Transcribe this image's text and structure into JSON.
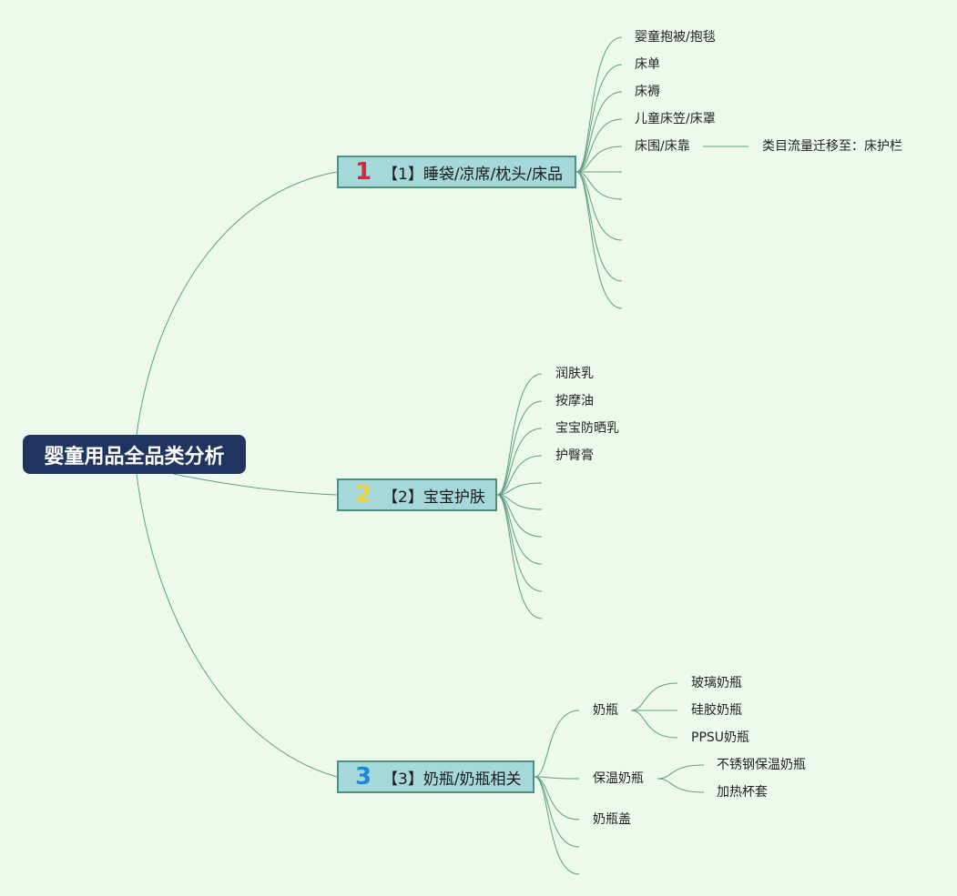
{
  "root": {
    "label": "婴童用品全品类分析"
  },
  "branches": [
    {
      "number": "1",
      "number_color": "#d7263d",
      "label": "【1】睡袋/凉席/枕头/床品",
      "children": [
        "婴童抱被/抱毯",
        "床单",
        "床褥",
        "儿童床笠/床罩",
        "床围/床靠"
      ],
      "note": "类目流量迁移至：床护栏"
    },
    {
      "number": "2",
      "number_color": "#f2d13a",
      "label": "【2】宝宝护肤",
      "children": [
        "润肤乳",
        "按摩油",
        "宝宝防晒乳",
        "护臀膏"
      ]
    },
    {
      "number": "3",
      "number_color": "#1e88d8",
      "label": "【3】奶瓶/奶瓶相关",
      "children": [
        {
          "label": "奶瓶",
          "sub": [
            "玻璃奶瓶",
            "硅胶奶瓶",
            "PPSU奶瓶"
          ]
        },
        {
          "label": "保温奶瓶",
          "sub": [
            "不锈钢保温奶瓶",
            "加热杯套"
          ]
        },
        {
          "label": "奶瓶盖"
        }
      ]
    }
  ],
  "colors": {
    "line": "#5e9e82",
    "root_bg": "#1f3560",
    "node_bg": "#a5d8d8",
    "background": "#eef9ee"
  }
}
